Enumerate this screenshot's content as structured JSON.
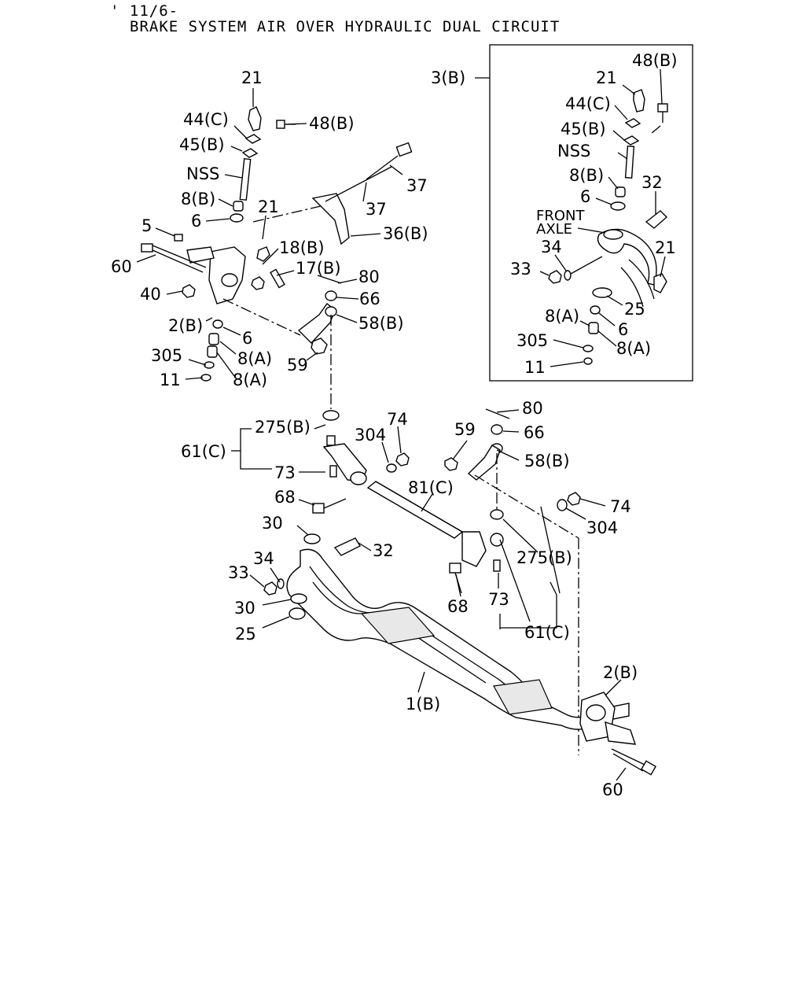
{
  "header": {
    "code": "' 11/6-",
    "title": "BRAKE SYSTEM AIR OVER HYDRAULIC DUAL CIRCUIT"
  },
  "inset": {
    "ref_label": "3(B)",
    "note_line1": "FRONT",
    "note_line2": "AXLE"
  },
  "callouts": {
    "c21a": "21",
    "c44c": "44(C)",
    "c48b": "48(B)",
    "c45b": "45(B)",
    "cnss": "NSS",
    "c8b": "8(B)",
    "c6a": "6",
    "c21b": "21",
    "c37a": "37",
    "c37b": "37",
    "c36b": "36(B)",
    "c5": "5",
    "c60a": "60",
    "c18b": "18(B)",
    "c17b": "17(B)",
    "c80a": "80",
    "c40": "40",
    "c66a": "66",
    "c2b_top": "2(B)",
    "c58b_top": "58(B)",
    "c6b": "6",
    "c305a": "305",
    "c8a_1": "8(A)",
    "c59a": "59",
    "c11a": "11",
    "c8a_2": "8(A)",
    "i48b": "48(B)",
    "i21a": "21",
    "i44c": "44(C)",
    "i45b": "45(B)",
    "inss": "NSS",
    "i8b": "8(B)",
    "i32": "32",
    "i6a": "6",
    "i34": "34",
    "i33": "33",
    "i21b": "21",
    "i25": "25",
    "i8a_1": "8(A)",
    "i6b": "6",
    "i305": "305",
    "i8a_2": "8(A)",
    "i11": "11",
    "c275b_l": "275(B)",
    "c304_l": "304",
    "c74_l": "74",
    "c61c_l": "61(C)",
    "c73_l": "73",
    "c68_l": "68",
    "c81c": "81(C)",
    "c80b": "80",
    "c59b": "59",
    "c66b": "66",
    "c58b_r": "58(B)",
    "c74_r": "74",
    "c304_r": "304",
    "c30a": "30",
    "c32": "32",
    "c34": "34",
    "c33": "33",
    "c30b": "30",
    "c25": "25",
    "c275b_r": "275(B)",
    "c68_r": "68",
    "c73_r": "73",
    "c61c_r": "61(C)",
    "c1b": "1(B)",
    "c2b_bot": "2(B)",
    "c60b": "60"
  }
}
